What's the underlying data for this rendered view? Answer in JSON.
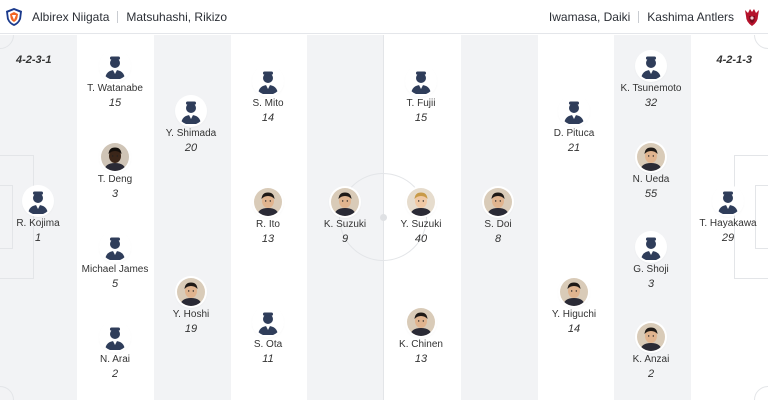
{
  "header": {
    "home_team": "Albirex Niigata",
    "home_coach": "Matsuhashi, Rikizo",
    "away_coach": "Iwamasa, Daiki",
    "away_team": "Kashima Antlers",
    "home_color": "#f26522",
    "away_color": "#b5122b"
  },
  "home": {
    "formation": "4-2-3-1",
    "players": [
      {
        "name": "R. Kojima",
        "number": "1",
        "avatar": "default"
      },
      {
        "name": "T. Watanabe",
        "number": "15",
        "avatar": "default"
      },
      {
        "name": "T. Deng",
        "number": "3",
        "avatar": "photo-dark"
      },
      {
        "name": "Michael James",
        "number": "5",
        "avatar": "default"
      },
      {
        "name": "N. Arai",
        "number": "2",
        "avatar": "default"
      },
      {
        "name": "Y. Shimada",
        "number": "20",
        "avatar": "default"
      },
      {
        "name": "Y. Hoshi",
        "number": "19",
        "avatar": "photo"
      },
      {
        "name": "S. Mito",
        "number": "14",
        "avatar": "default"
      },
      {
        "name": "R. Ito",
        "number": "13",
        "avatar": "photo"
      },
      {
        "name": "S. Ota",
        "number": "11",
        "avatar": "default"
      },
      {
        "name": "K. Suzuki",
        "number": "9",
        "avatar": "photo"
      }
    ]
  },
  "away": {
    "formation": "4-2-1-3",
    "players": [
      {
        "name": "T. Hayakawa",
        "number": "29",
        "avatar": "default"
      },
      {
        "name": "K. Tsunemoto",
        "number": "32",
        "avatar": "default"
      },
      {
        "name": "N. Ueda",
        "number": "55",
        "avatar": "photo"
      },
      {
        "name": "G. Shoji",
        "number": "3",
        "avatar": "default"
      },
      {
        "name": "K. Anzai",
        "number": "2",
        "avatar": "photo"
      },
      {
        "name": "D. Pituca",
        "number": "21",
        "avatar": "default"
      },
      {
        "name": "Y. Higuchi",
        "number": "14",
        "avatar": "photo"
      },
      {
        "name": "S. Doi",
        "number": "8",
        "avatar": "photo"
      },
      {
        "name": "T. Fujii",
        "number": "15",
        "avatar": "default"
      },
      {
        "name": "Y. Suzuki",
        "number": "40",
        "avatar": "photo-light"
      },
      {
        "name": "K. Chinen",
        "number": "13",
        "avatar": "photo"
      }
    ]
  }
}
